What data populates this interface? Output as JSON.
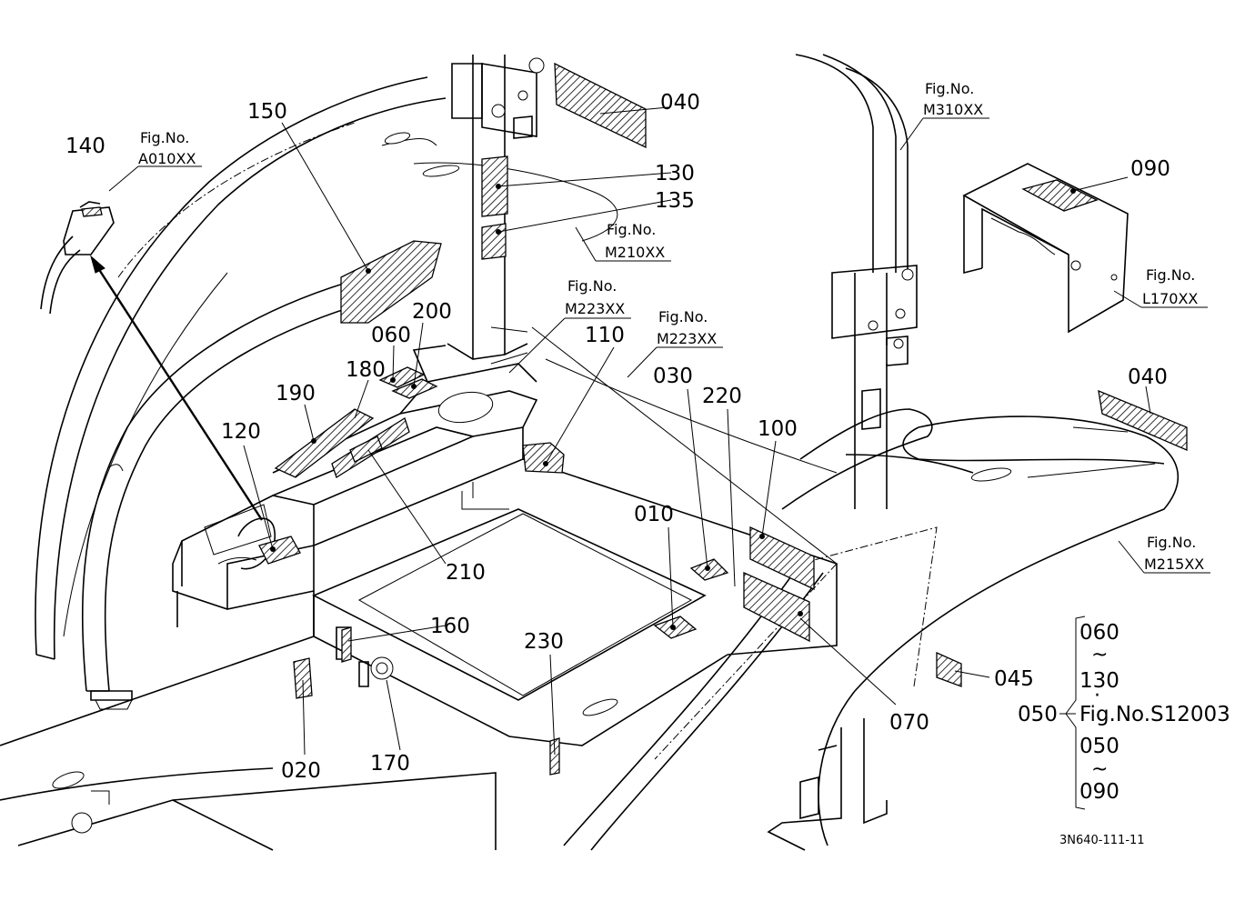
{
  "labels": {
    "p010": "010",
    "p020": "020",
    "p030": "030",
    "p040a": "040",
    "p040b": "040",
    "p045": "045",
    "p050": "050",
    "p060": "060",
    "p070": "070",
    "p090": "090",
    "p100": "100",
    "p110": "110",
    "p120": "120",
    "p130": "130",
    "p135": "135",
    "p140": "140",
    "p150": "150",
    "p160": "160",
    "p170": "170",
    "p180": "180",
    "p190": "190",
    "p200": "200",
    "p210": "210",
    "p220": "220",
    "p230": "230"
  },
  "fig_refs": {
    "a010": {
      "title": "Fig.No.",
      "code": "A010XX"
    },
    "m310": {
      "title": "Fig.No.",
      "code": "M310XX"
    },
    "m210": {
      "title": "Fig.No.",
      "code": "M210XX"
    },
    "m223a": {
      "title": "Fig.No.",
      "code": "M223XX"
    },
    "m223b": {
      "title": "Fig.No.",
      "code": "M223XX"
    },
    "l170": {
      "title": "Fig.No.",
      "code": "L170XX"
    },
    "m215": {
      "title": "Fig.No.",
      "code": "M215XX"
    }
  },
  "legend": {
    "range1_start": "060",
    "range1_end": "130",
    "dot": "·",
    "group": "050",
    "figure": "Fig.No.S12003",
    "range2_start": "050",
    "range2_end": "090",
    "tilde": "~"
  },
  "drawing_number": "3N640-111-11"
}
